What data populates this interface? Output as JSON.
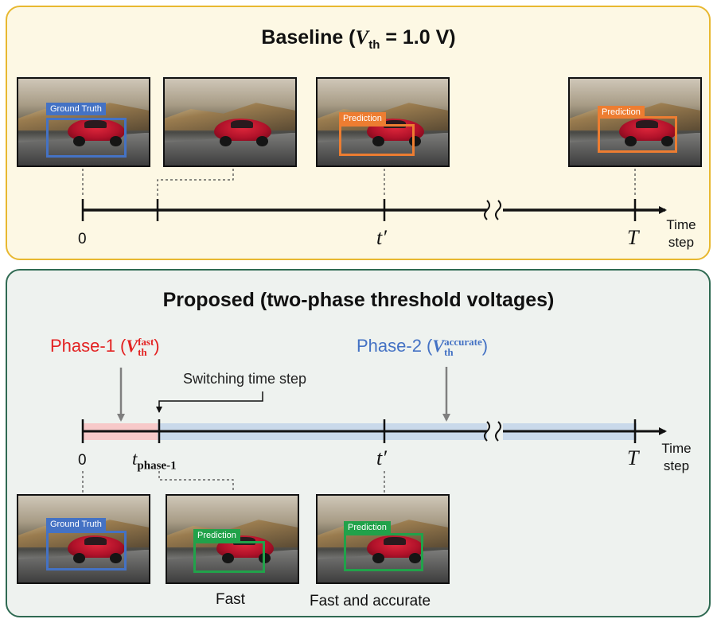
{
  "baseline": {
    "title_prefix": "Baseline (",
    "title_v": "V",
    "title_sub": "th",
    "title_suffix": " = 1.0 V)",
    "axis": {
      "zero": "0",
      "t_prime": "t′",
      "T": "T",
      "time_step_line1": "Time",
      "time_step_line2": "step"
    },
    "labels": {
      "ground_truth": "Ground Truth",
      "prediction": "Prediction"
    }
  },
  "proposed": {
    "title": "Proposed (two-phase threshold voltages)",
    "phase1": {
      "text": "Phase-1 (",
      "v": "V",
      "sup": "fast",
      "sub": "th",
      "close": ")",
      "color": "#e32222"
    },
    "phase2": {
      "text": "Phase-2 (",
      "v": "V",
      "sup": "accurate",
      "sub": "th",
      "close": ")",
      "color": "#4472c4"
    },
    "switching_label": "Switching time step",
    "axis": {
      "zero": "0",
      "t_phase": "t",
      "t_phase_sub": "phase-1",
      "t_prime": "t′",
      "T": "T",
      "time_step_line1": "Time",
      "time_step_line2": "step"
    },
    "labels": {
      "ground_truth": "Ground Truth",
      "prediction": "Prediction"
    },
    "captions": {
      "fast": "Fast",
      "fast_accurate": "Fast and accurate"
    }
  },
  "colors": {
    "ground_truth": "#4472c4",
    "baseline_prediction": "#ed7d31",
    "proposed_prediction": "#21a24a",
    "phase1_band": "#f7c9c9",
    "phase2_band": "#c9d9ea",
    "baseline_border": "#e8b830",
    "proposed_border": "#2f6a52"
  }
}
